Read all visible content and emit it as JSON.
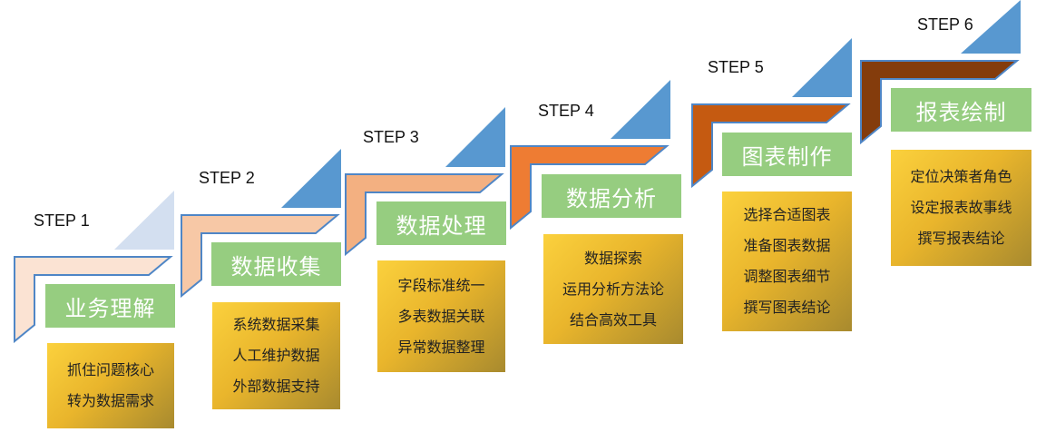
{
  "colors": {
    "title_box": "#96cd80",
    "triangle_light": "#d3dff0",
    "triangle": "#5898d0",
    "outline": "#4f86c6",
    "detail_gradient": [
      "#fbd13d",
      "#a88a2e"
    ]
  },
  "steps": [
    {
      "step_label": "STEP 1",
      "title": "业务理解",
      "fill": "#fbe3d3",
      "details": [
        "抓住问题核心",
        "转为数据需求"
      ]
    },
    {
      "step_label": "STEP 2",
      "title": "数据收集",
      "fill": "#f7c8a6",
      "details": [
        "系统数据采集",
        "人工维护数据",
        "外部数据支持"
      ]
    },
    {
      "step_label": "STEP 3",
      "title": "数据处理",
      "fill": "#f3b081",
      "details": [
        "字段标准统一",
        "多表数据关联",
        "异常数据整理"
      ]
    },
    {
      "step_label": "STEP 4",
      "title": "数据分析",
      "fill": "#ee7c33",
      "details": [
        "数据探索",
        "运用分析方法论",
        "结合高效工具"
      ]
    },
    {
      "step_label": "STEP 5",
      "title": "图表制作",
      "fill": "#c55a11",
      "details": [
        "选择合适图表",
        "准备图表数据",
        "调整图表细节",
        "撰写图表结论"
      ]
    },
    {
      "step_label": "STEP 6",
      "title": "报表绘制",
      "fill": "#843c0c",
      "details": [
        "定位决策者角色",
        "设定报表故事线",
        "撰写报表结论"
      ]
    }
  ]
}
